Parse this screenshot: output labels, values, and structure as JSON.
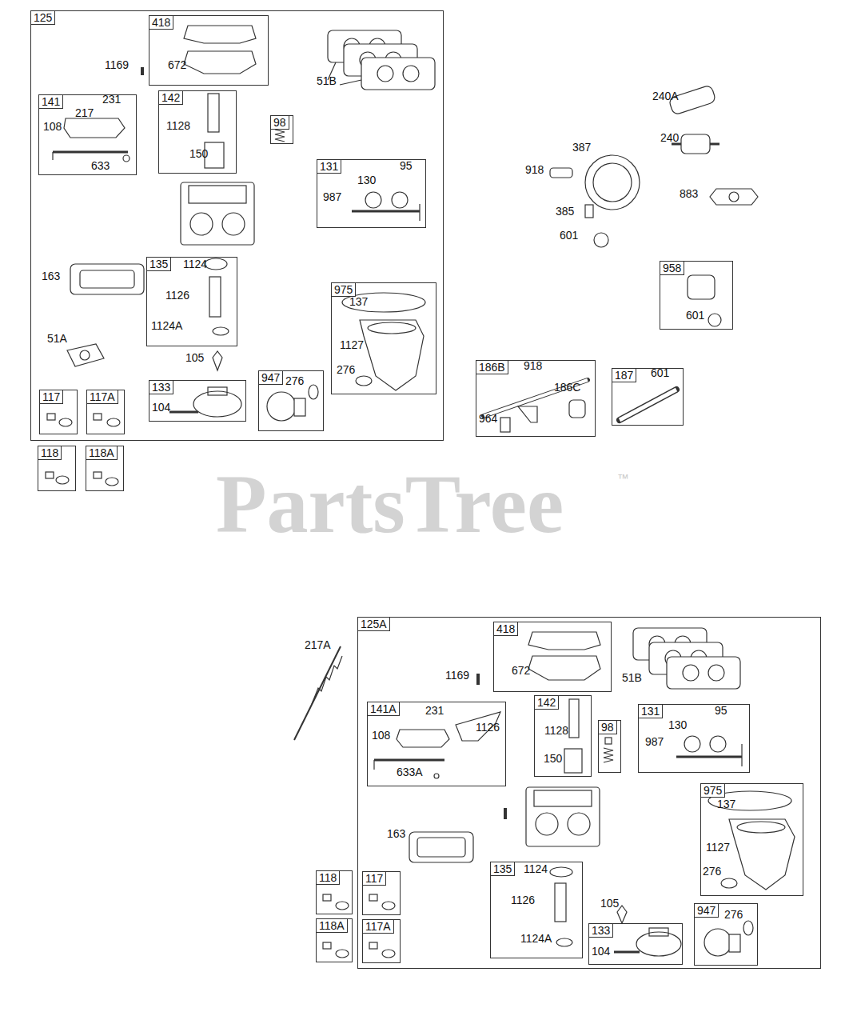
{
  "diagram": {
    "nodes": [
      {
        "text": [
          "125",
          "1169",
          "51B",
          "163",
          "51A",
          "105"
        ]
      },
      {
        "text": [
          "418",
          "672"
        ],
        "in": 0
      },
      {
        "text": [
          "141",
          "231",
          "217",
          "108",
          "633"
        ],
        "in": 0
      },
      {
        "text": [
          "142",
          "1128",
          "150"
        ],
        "in": 0
      },
      {
        "text": [
          "98"
        ],
        "in": 0
      },
      {
        "text": [
          "131",
          "95",
          "130",
          "987"
        ],
        "in": 0
      },
      {
        "text": [
          "135",
          "1124",
          "1126",
          "1124A"
        ],
        "in": 0
      },
      {
        "text": [
          "975",
          "137",
          "1127",
          "276"
        ],
        "in": 0
      },
      {
        "text": [
          "117"
        ],
        "in": 0
      },
      {
        "text": [
          "117A"
        ],
        "in": 0
      },
      {
        "text": [
          "133",
          "104"
        ],
        "in": 0
      },
      {
        "text": [
          "947",
          "276"
        ],
        "in": 0
      },
      {
        "text": [
          "118"
        ]
      },
      {
        "text": [
          "118A"
        ]
      },
      {
        "text": [
          "958",
          "601"
        ]
      },
      {
        "text": [
          "186B",
          "918",
          "964",
          "186C"
        ]
      },
      {
        "text": [
          "187",
          "601"
        ]
      },
      {
        "text": [
          "125A",
          "1169",
          "51B",
          "1126",
          "163",
          "105"
        ]
      },
      {
        "text": [
          "418",
          "672"
        ],
        "in": 17
      },
      {
        "text": [
          "141A",
          "231",
          "108",
          "633A"
        ],
        "in": 17
      },
      {
        "text": [
          "142",
          "1128",
          "150"
        ],
        "in": 17
      },
      {
        "text": [
          "98"
        ],
        "in": 17
      },
      {
        "text": [
          "131",
          "95",
          "130",
          "987"
        ],
        "in": 17
      },
      {
        "text": [
          "975",
          "137",
          "1127",
          "276"
        ],
        "in": 17
      },
      {
        "text": [
          "118"
        ]
      },
      {
        "text": [
          "118A"
        ]
      },
      {
        "text": [
          "117"
        ],
        "in": 17
      },
      {
        "text": [
          "117A"
        ],
        "in": 17
      },
      {
        "text": [
          "135",
          "1124",
          "1126",
          "1124A"
        ],
        "in": 17
      },
      {
        "text": [
          "133",
          "104"
        ],
        "in": 17
      },
      {
        "text": [
          "947",
          "276"
        ],
        "in": 17
      }
    ],
    "labels": [
      "240A",
      "240",
      "387",
      "918",
      "385",
      "601",
      "883",
      "217A",
      "PartsTree",
      "™"
    ]
  }
}
